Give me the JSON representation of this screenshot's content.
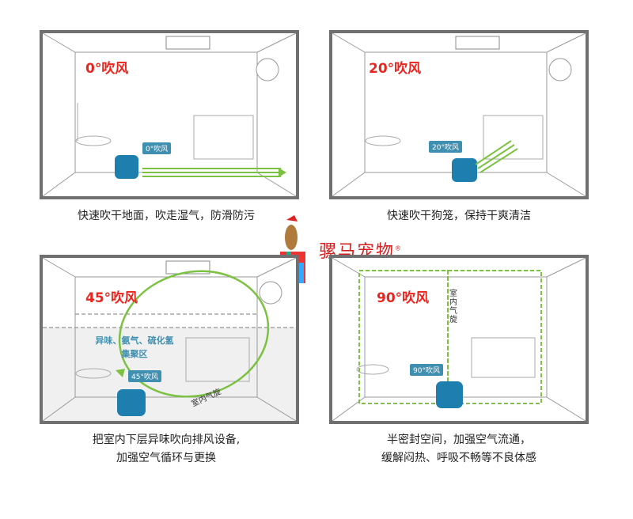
{
  "panels": [
    {
      "angle": "0°吹风",
      "tag": "0°吹风",
      "caption": "快速吹干地面，吹走湿气，防滑防污"
    },
    {
      "angle": "20°吹风",
      "tag": "20°吹风",
      "caption": "快速吹干狗笼，保持干爽清洁"
    },
    {
      "angle": "45°吹风",
      "tag": "45°吹风",
      "caption_line1": "把室内下层异味吹向排风设备,",
      "caption_line2": "加强空气循环与更换",
      "note_line1": "异味、氨气、硫化氢",
      "note_line2": "集聚区",
      "swirl": "室内气旋"
    },
    {
      "angle": "90°吹风",
      "tag": "90°吹风",
      "caption_line1": "半密封空间，加强空气流通，",
      "caption_line2": "缓解闷热、呼吸不畅等不良体感",
      "vertical_label": "室内气旋"
    }
  ],
  "brand": {
    "name": "骡马宠物",
    "mark": "®"
  },
  "colors": {
    "angle": "#e8261f",
    "arrow": "#7cc242",
    "blower": "#1e7fae",
    "wall": "#707070"
  }
}
